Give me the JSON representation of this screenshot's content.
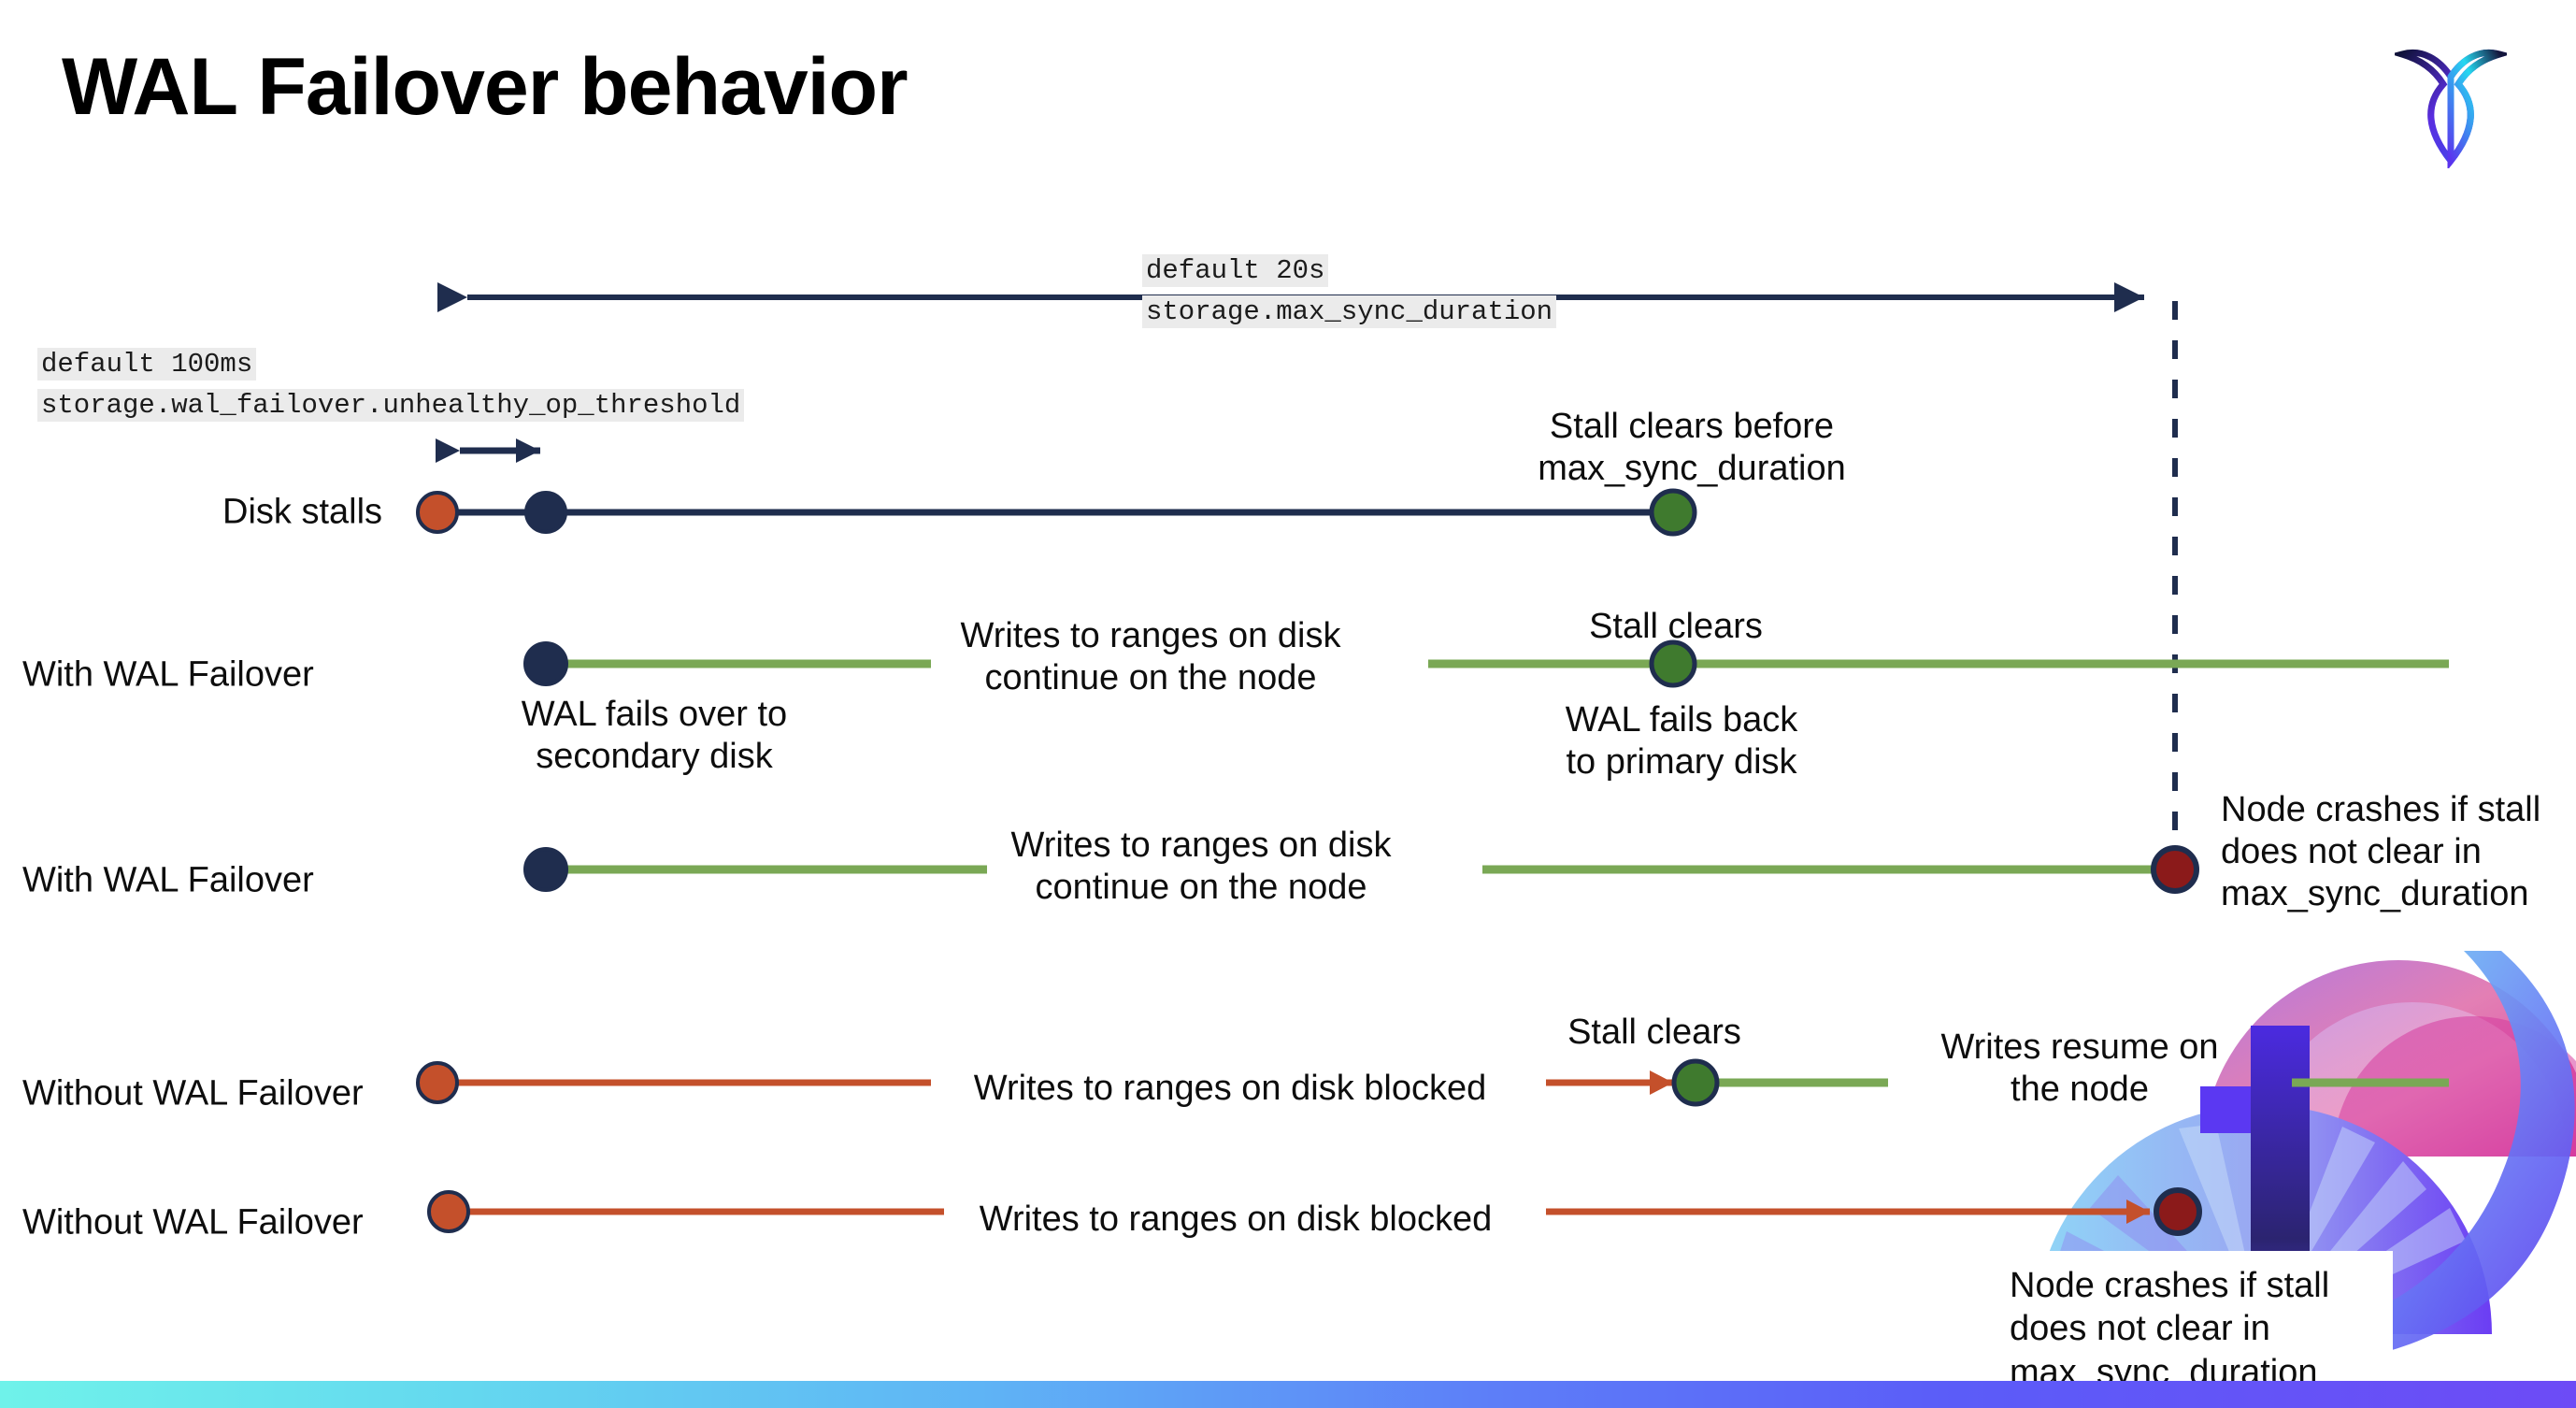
{
  "slide": {
    "title": "WAL Failover behavior",
    "logo_name": "cockroachdb-logo"
  },
  "settings": [
    {
      "id": "max-sync-duration",
      "default_label": "default 20s",
      "setting_name": "storage.max_sync_duration"
    },
    {
      "id": "unhealthy-op-threshold",
      "default_label": "default 100ms",
      "setting_name": "storage.wal_failover.unhealthy_op_threshold"
    }
  ],
  "rows": [
    {
      "id": "disk-stalls",
      "label": "Disk stalls"
    },
    {
      "id": "with-wal-failover-1",
      "label": "With WAL Failover"
    },
    {
      "id": "with-wal-failover-2",
      "label": "With WAL Failover"
    },
    {
      "id": "without-wal-failover-1",
      "label": "Without WAL Failover"
    },
    {
      "id": "without-wal-failover-2",
      "label": "Without WAL Failover"
    }
  ],
  "annotations": {
    "stall_clears_before": "Stall clears before\nmax_sync_duration",
    "stall_clears_2": "Stall clears",
    "wal_fails_over": "WAL fails over to\nsecondary disk",
    "writes_continue_1": "Writes to ranges on disk\ncontinue on the node",
    "wal_fails_back": "WAL fails  back\nto primary disk",
    "writes_continue_2": "Writes to ranges on disk\ncontinue on the node",
    "node_crashes_1": "Node crashes if stall\ndoes not clear in\nmax_sync_duration",
    "stall_clears_4": "Stall clears",
    "writes_blocked_1": "Writes to ranges on disk  blocked",
    "writes_resume": "Writes resume on\nthe node",
    "writes_blocked_2": "Writes to ranges on disk  blocked",
    "node_crashes_2": "Node crashes if stall\ndoes not clear in\nmax_sync_duration"
  },
  "colors": {
    "navy": "#1f2d4e",
    "green_line": "#7aa855",
    "green_dot": "#3f7a2e",
    "orange": "#c4502b",
    "dark_red": "#8b1a1a",
    "code_bg": "#ebebeb"
  },
  "chart_data": {
    "type": "timeline",
    "title": "WAL Failover behavior",
    "time_axis": {
      "start_x": 460,
      "end_x": 2332,
      "span_label": "storage.max_sync_duration",
      "span_default": "default 20s",
      "threshold_label": "storage.wal_failover.unhealthy_op_threshold",
      "threshold_default": "default 100ms"
    },
    "series": [
      {
        "name": "Disk stalls",
        "markers": [
          {
            "at": 468,
            "color": "#c4502b",
            "meaning": "stall-begins"
          },
          {
            "at": 584,
            "color": "#1f2d4e",
            "meaning": "unhealthy-op-threshold-reached"
          },
          {
            "at": 1790,
            "color": "#3f7a2e",
            "meaning": "stall-clears"
          }
        ],
        "segments": [
          {
            "from": 468,
            "to": 1790,
            "color": "#1f2d4e"
          }
        ]
      },
      {
        "name": "With WAL Failover (stall clears)",
        "markers": [
          {
            "at": 584,
            "color": "#1f2d4e",
            "meaning": "wal-fails-over"
          },
          {
            "at": 1790,
            "color": "#3f7a2e",
            "meaning": "stall-clears / wal-fails-back"
          }
        ],
        "segments": [
          {
            "from": 584,
            "to": 996,
            "color": "#7aa855"
          },
          {
            "from": 1528,
            "to": 2620,
            "color": "#7aa855"
          }
        ]
      },
      {
        "name": "With WAL Failover (stall persists)",
        "markers": [
          {
            "at": 584,
            "color": "#1f2d4e",
            "meaning": "wal-fails-over"
          },
          {
            "at": 2326,
            "color": "#8b1a1a",
            "meaning": "node-crashes"
          }
        ],
        "segments": [
          {
            "from": 584,
            "to": 1056,
            "color": "#7aa855"
          },
          {
            "from": 1586,
            "to": 2326,
            "color": "#7aa855"
          }
        ]
      },
      {
        "name": "Without WAL Failover (stall clears)",
        "markers": [
          {
            "at": 468,
            "color": "#c4502b",
            "meaning": "stall-begins"
          },
          {
            "at": 1814,
            "color": "#3f7a2e",
            "meaning": "stall-clears"
          }
        ],
        "segments": [
          {
            "from": 468,
            "to": 996,
            "color": "#c4502b"
          },
          {
            "from": 1654,
            "to": 1814,
            "color": "#c4502b",
            "arrow": true
          },
          {
            "from": 1814,
            "to": 2020,
            "color": "#7aa855"
          },
          {
            "from": 2452,
            "to": 2620,
            "color": "#7aa855"
          }
        ]
      },
      {
        "name": "Without WAL Failover (stall persists)",
        "markers": [
          {
            "at": 480,
            "color": "#c4502b",
            "meaning": "stall-begins"
          },
          {
            "at": 2330,
            "color": "#8b1a1a",
            "meaning": "node-crashes"
          }
        ],
        "segments": [
          {
            "from": 480,
            "to": 1010,
            "color": "#c4502b"
          },
          {
            "from": 1654,
            "to": 2330,
            "color": "#c4502b",
            "arrow": true
          }
        ]
      }
    ]
  }
}
